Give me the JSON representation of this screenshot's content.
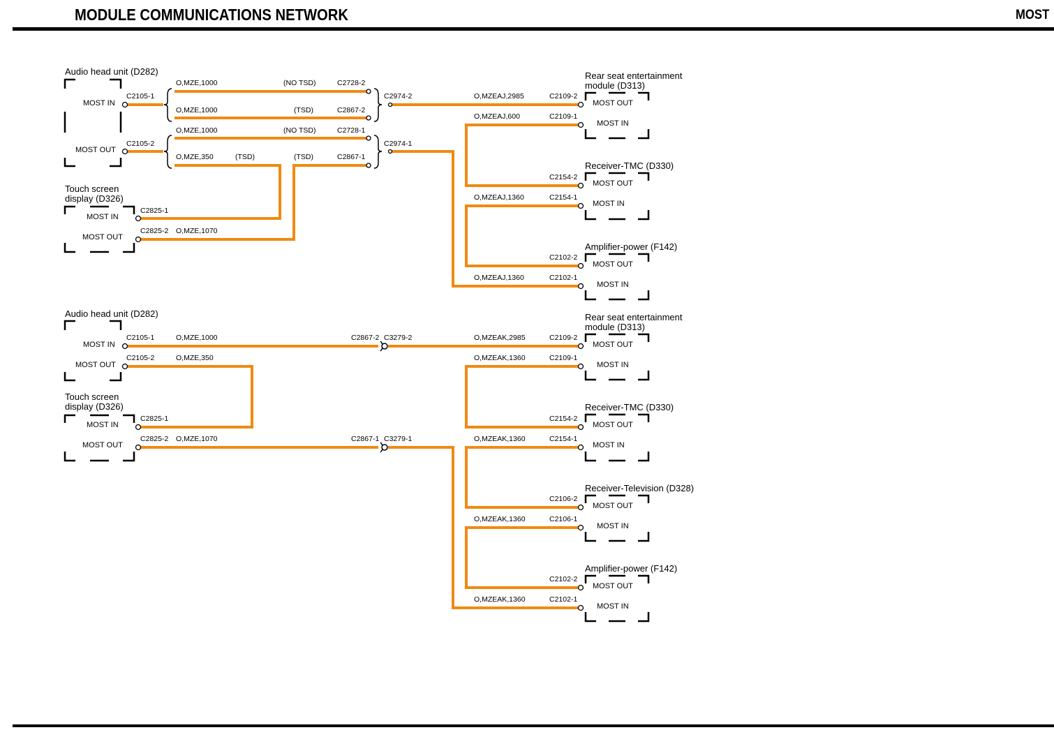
{
  "header": {
    "title": "MODULE COMMUNICATIONS NETWORK",
    "tag": "MOST"
  },
  "colors": {
    "wire": "#f08a13",
    "ink": "#000000",
    "background": "#ffffff"
  },
  "diagram_top": {
    "modules": {
      "audio": {
        "title": "Audio head unit (D282)",
        "port1": "MOST IN",
        "port2": "MOST OUT"
      },
      "touch": {
        "title1": "Touch screen",
        "title2": "display (D326)",
        "port1": "MOST IN",
        "port2": "MOST OUT"
      },
      "rse": {
        "title1": "Rear seat entertainment",
        "title2": "module (D313)",
        "port1": "MOST OUT",
        "port2": "MOST IN"
      },
      "tmc": {
        "title": "Receiver-TMC (D330)",
        "port1": "MOST OUT",
        "port2": "MOST IN"
      },
      "amp": {
        "title": "Amplifier-power (F142)",
        "port1": "MOST OUT",
        "port2": "MOST IN"
      }
    },
    "labels": {
      "c2105_1": "C2105-1",
      "c2105_2": "C2105-2",
      "w1": "O,MZE,1000",
      "w1_note": "(NO TSD)",
      "c2728_2": "C2728-2",
      "w2": "O,MZE,1000",
      "w2_note": "(TSD)",
      "c2867_2": "C2867-2",
      "w3": "O,MZE,1000",
      "w3_note": "(NO TSD)",
      "c2728_1": "C2728-1",
      "w4": "O,MZE,350",
      "w4_note1": "(TSD)",
      "w4_note2": "(TSD)",
      "c2867_1": "C2867-1",
      "c2974_2": "C2974-2",
      "c2974_1": "C2974-1",
      "c2825_1": "C2825-1",
      "c2825_2": "C2825-2",
      "w_touch": "O,MZE,1070",
      "w_rse": "O,MZEAJ,2985",
      "c2109_2": "C2109-2",
      "w_600": "O,MZEAJ,600",
      "c2109_1": "C2109-1",
      "c2154_2": "C2154-2",
      "w_tmc": "O,MZEAJ,1360",
      "c2154_1": "C2154-1",
      "c2102_2": "C2102-2",
      "w_amp": "O,MZEAJ,1360",
      "c2102_1": "C2102-1"
    }
  },
  "diagram_bottom": {
    "modules": {
      "audio": {
        "title": "Audio head unit (D282)",
        "port1": "MOST IN",
        "port2": "MOST OUT"
      },
      "touch": {
        "title1": "Touch screen",
        "title2": "display (D326)",
        "port1": "MOST IN",
        "port2": "MOST OUT"
      },
      "rse": {
        "title1": "Rear seat entertainment",
        "title2": "module (D313)",
        "port1": "MOST OUT",
        "port2": "MOST IN"
      },
      "tmc": {
        "title": "Receiver-TMC (D330)",
        "port1": "MOST OUT",
        "port2": "MOST IN"
      },
      "tv": {
        "title": "Receiver-Television (D328)",
        "port1": "MOST OUT",
        "port2": "MOST IN"
      },
      "amp": {
        "title": "Amplifier-power (F142)",
        "port1": "MOST OUT",
        "port2": "MOST IN"
      }
    },
    "labels": {
      "c2105_1": "C2105-1",
      "w1": "O,MZE,1000",
      "c2105_2": "C2105-2",
      "w2": "O,MZE,350",
      "c2825_1": "C2825-1",
      "c2825_2": "C2825-2",
      "w_touch": "O,MZE,1070",
      "c2867_2": "C2867-2",
      "c3279_2": "C3279-2",
      "c2867_1": "C2867-1",
      "c3279_1": "C3279-1",
      "w_rse": "O,MZEAK,2985",
      "c2109_2": "C2109-2",
      "w_1360a": "O,MZEAK,1360",
      "c2109_1": "C2109-1",
      "c2154_2": "C2154-2",
      "w_1360b": "O,MZEAK,1360",
      "c2154_1": "C2154-1",
      "c2106_2": "C2106-2",
      "w_1360c": "O,MZEAK,1360",
      "c2106_1": "C2106-1",
      "c2102_2": "C2102-2",
      "w_1360d": "O,MZEAK,1360",
      "c2102_1": "C2102-1"
    }
  }
}
